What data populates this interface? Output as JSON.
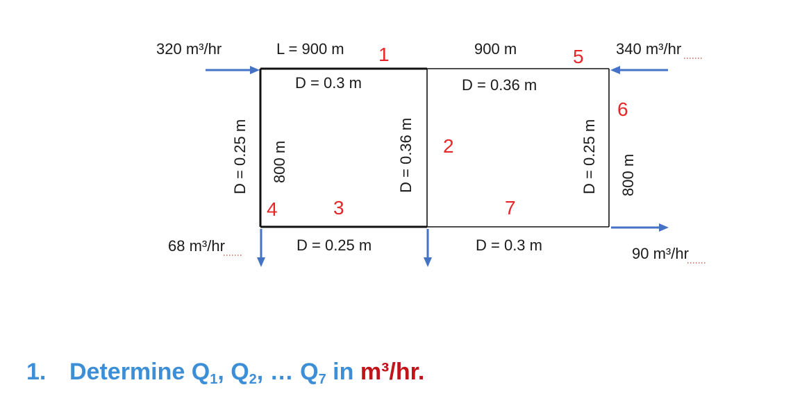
{
  "flows": {
    "inflow_left": "320 m³/hr",
    "inflow_right": "340 m³/hr",
    "outflow_bottom_left": "68 m³/hr",
    "outflow_bottom_right": "90 m³/hr"
  },
  "pipes": {
    "p1_length": "L = 900 m",
    "p1_diameter": "D = 0.3 m",
    "p5_length": "900 m",
    "p5_diameter": "D = 0.36 m",
    "p2_diameter": "D = 0.36 m",
    "p4_length": "800 m",
    "p4_diameter": "D = 0.25 m",
    "p6_length": "800 m",
    "p6_diameter": "D = 0.25 m",
    "p3_diameter": "D = 0.25 m",
    "p7_diameter": "D = 0.3 m"
  },
  "pipe_numbers": {
    "n1": "1",
    "n2": "2",
    "n3": "3",
    "n4": "4",
    "n5": "5",
    "n6": "6",
    "n7": "7"
  },
  "question": {
    "number": "1.",
    "text": "Determine Q",
    "sub1": "1",
    "sep1": ", Q",
    "sub2": "2",
    "sep2": ", … Q",
    "sub7": "7",
    "mid": " in ",
    "unit": "m³/hr."
  },
  "colors": {
    "pipe": "#111111",
    "flow_arrow": "#4472c4",
    "pipe_number": "#e8262a",
    "question_text": "#3c8ed6",
    "question_unit": "#c0141a"
  }
}
